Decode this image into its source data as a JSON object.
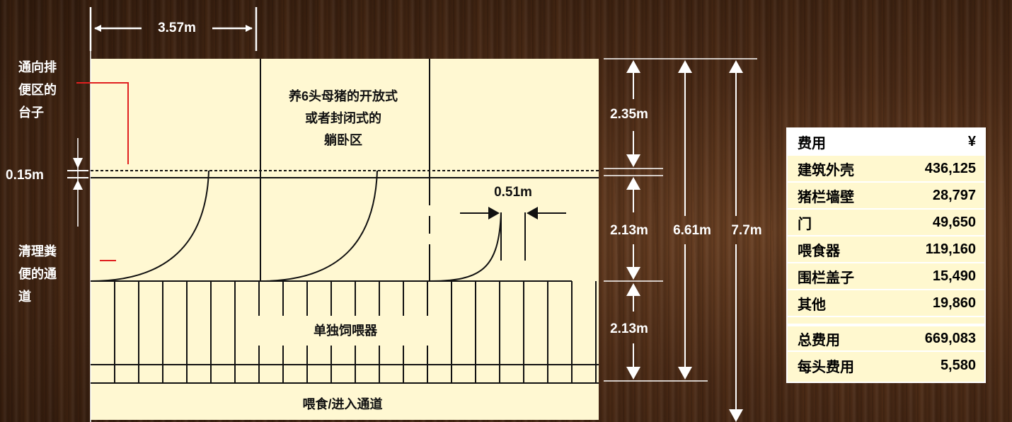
{
  "diagram": {
    "dim_top_width": "3.57m",
    "dim_curb": "0.15m",
    "dim_gate": "0.51m",
    "dim_lying": "2.35m",
    "dim_middle": "2.13m",
    "dim_feeder": "2.13m",
    "dim_inner_total": "6.61m",
    "dim_outer_total": "7.7m",
    "label_platform": [
      "通向排",
      "便区的",
      "台子"
    ],
    "label_alley": [
      "清理粪",
      "便的通",
      "道"
    ],
    "label_lying_area": [
      "养6头母猪的开放式",
      "或者封闭式的",
      "躺卧区"
    ],
    "label_feeders": "单独饲喂器",
    "label_feed_passage": "喂食/进入通道"
  },
  "cost_table": {
    "header": {
      "label": "费用",
      "currency": "¥"
    },
    "rows": [
      {
        "label": "建筑外壳",
        "value": "436,125"
      },
      {
        "label": "猪栏墙壁",
        "value": "28,797"
      },
      {
        "label": "门",
        "value": "49,650"
      },
      {
        "label": "喂食器",
        "value": "119,160"
      },
      {
        "label": "围栏盖子",
        "value": "15,490"
      },
      {
        "label": "其他",
        "value": "19,860"
      }
    ],
    "total": {
      "label": "总费用",
      "value": "669,083"
    },
    "per_head": {
      "label": "每头费用",
      "value": "5,580"
    }
  },
  "colors": {
    "floor": "#fff8d2",
    "line": "#111111",
    "callout": "#e02020",
    "dim_white": "#ffffff"
  }
}
